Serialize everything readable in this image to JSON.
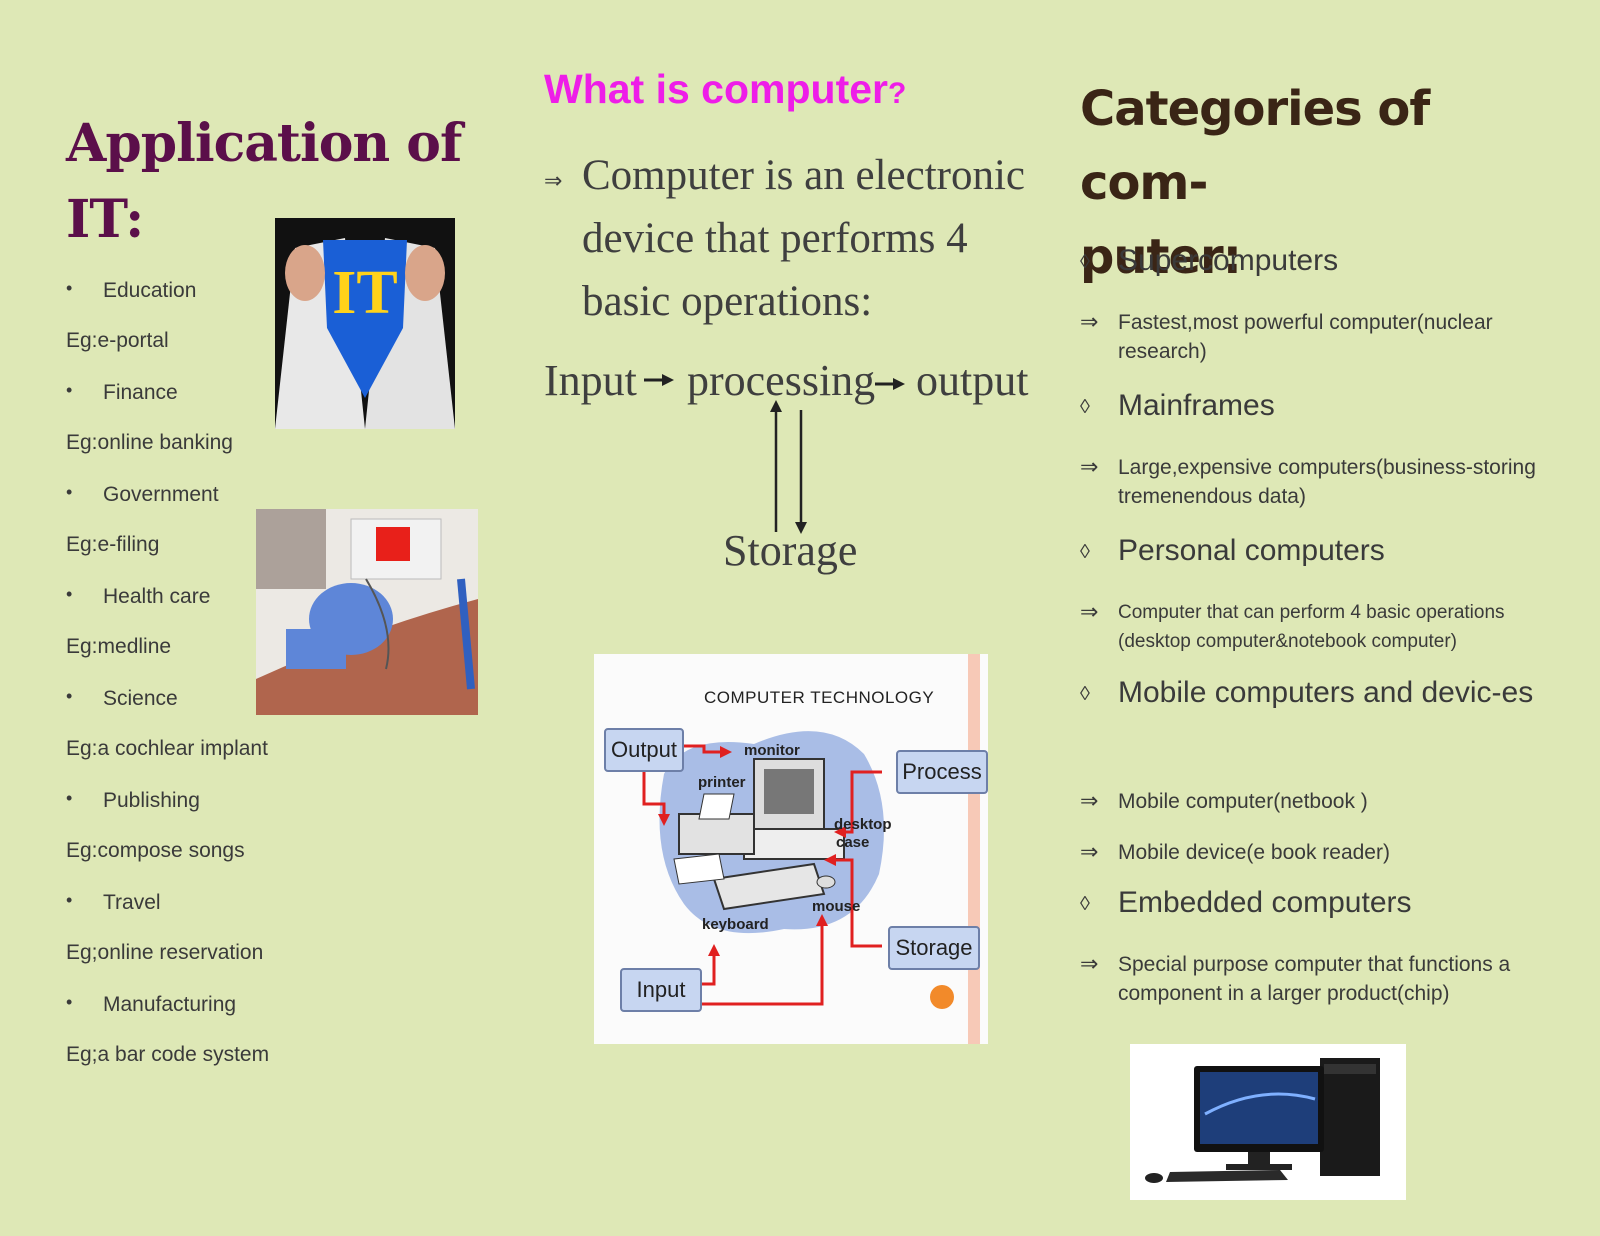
{
  "left": {
    "title": "Application of IT:",
    "items": [
      {
        "label": "Education",
        "eg": "Eg:e-portal"
      },
      {
        "label": "Finance",
        "eg": "Eg:online banking"
      },
      {
        "label": "Government",
        "eg": "Eg:e-filing"
      },
      {
        "label": "Health care",
        "eg": "Eg:medline"
      },
      {
        "label": "Science",
        "eg": "Eg:a cochlear implant"
      },
      {
        "label": "Publishing",
        "eg": "Eg:compose songs"
      },
      {
        "label": "Travel",
        "eg": "Eg;online reservation"
      },
      {
        "label": "Manufacturing",
        "eg": "Eg;a bar code system"
      }
    ],
    "it_photo_text": "IT"
  },
  "middle": {
    "title": "What is computer",
    "title_q": "?",
    "definition": "Computer is an electronic device that performs 4 basic operations:",
    "flow": {
      "input": "Input",
      "processing": "processing",
      "output": "output",
      "storage": "Storage"
    },
    "diagram": {
      "heading": "COMPUTER TECHNOLOGY",
      "output": "Output",
      "process": "Process",
      "storage": "Storage",
      "input": "Input",
      "monitor": "monitor",
      "printer": "printer",
      "desktop": "desktop",
      "case": "case",
      "mouse": "mouse",
      "keyboard": "keyboard"
    }
  },
  "right": {
    "title_line1": "Categories of com-",
    "title_line2": "puter:",
    "categories": [
      {
        "name": "Supercomputers",
        "desc": "Fastest,most powerful computer(nuclear research)"
      },
      {
        "name": "Mainframes",
        "desc": "Large,expensive computers(business-storing tremenendous data)"
      },
      {
        "name": "Personal computers",
        "desc": "Computer that can perform 4 basic operations (desktop computer&notebook computer)"
      },
      {
        "name": "Mobile computers and devic-es",
        "desc": "Mobile computer(netbook )",
        "desc2": "Mobile device(e book reader)"
      },
      {
        "name": "Embedded computers",
        "desc": "Special purpose computer that functions a component in a larger product(chip)"
      }
    ]
  },
  "colors": {
    "background": "#dee8b6",
    "left_title": "#5b0f4a",
    "middle_title": "#ee1de8",
    "right_title": "#3a2516",
    "text": "#3a3a3a",
    "diagram_arrow": "#e02020",
    "diagram_box": "#c7d6f1"
  },
  "icons": {
    "bullet": "bullet-dot-icon",
    "category": "diamond-icon",
    "sub": "double-arrow-icon"
  }
}
